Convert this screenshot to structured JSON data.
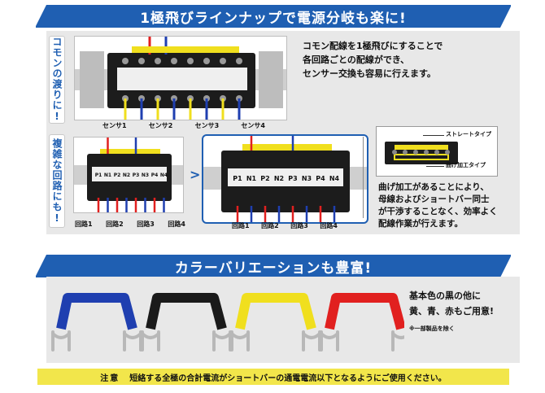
{
  "banner1": "1極飛びラインナップで電源分岐も楽に!",
  "banner2": "カラーバリエーションも豊富!",
  "side_label_top": "コモンの渡りに!",
  "side_label_bottom": "複雑な回路にも!",
  "desc_top": [
    "コモン配線を1極飛びにすることで",
    "各回路ごとの配線ができ、",
    "センサー交換も容易に行えます。"
  ],
  "sensors": [
    "センサ1",
    "センサ2",
    "センサ3",
    "センサ4"
  ],
  "terminal_labels": [
    "P1",
    "N1",
    "P2",
    "N2",
    "P3",
    "N3",
    "P4",
    "N4"
  ],
  "circuits": [
    "回路1",
    "回路2",
    "回路3",
    "回路4"
  ],
  "callouts": {
    "straight": "ストレートタイプ",
    "bent": "曲げ加工タイプ"
  },
  "desc_bent": [
    "曲げ加工があることにより、",
    "母線およびショートバー同士",
    "が干渉することなく、効率よく",
    "配線作業が行えます。"
  ],
  "desc_colors": [
    "基本色の黒の他に",
    "黄、青、赤もご用意!"
  ],
  "desc_colors_note": "※一部製品を除く",
  "colors": {
    "blue": "#1f3fb0",
    "black": "#1a1a1a",
    "yellow": "#f0df1e",
    "red": "#e1201f",
    "brand_blue": "#1f5fb2"
  },
  "note": {
    "lead": "注意",
    "text": "短絡する全極の合計電流がショートバーの通電電流以下となるようにご使用ください。"
  }
}
